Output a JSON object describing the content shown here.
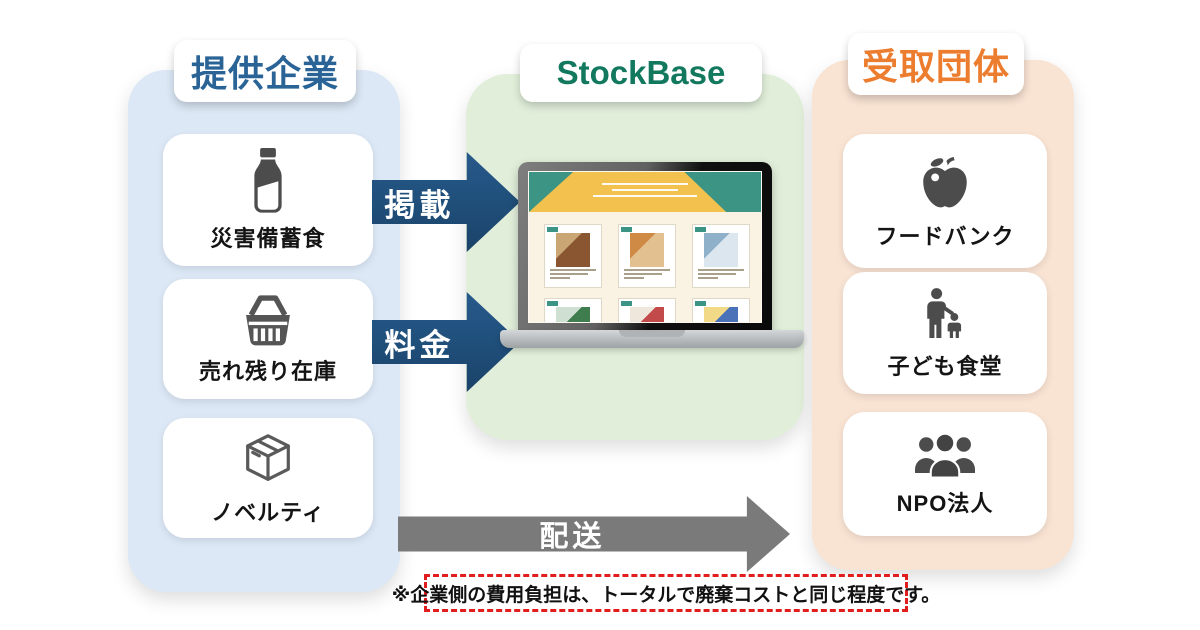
{
  "provider": {
    "title": "提供企業",
    "title_color": "#2a6496",
    "panel_color": "#dce8f6",
    "items": [
      {
        "icon": "milk-bottle-icon",
        "label": "災害備蓄食"
      },
      {
        "icon": "shopping-basket-icon",
        "label": "売れ残り在庫"
      },
      {
        "icon": "box-icon",
        "label": "ノベルティ"
      }
    ]
  },
  "platform": {
    "title": "StockBase",
    "title_color": "#12795f",
    "panel_color": "#e1efda",
    "screen": {
      "header_color": "#3c9484",
      "banner_color": "#f2c14e",
      "body_color": "#faf3e4",
      "product_count": 6,
      "products": [
        {
          "color": "#8a5632",
          "accent": "#c9a674"
        },
        {
          "color": "#e3c08f",
          "accent": "#cf8a45"
        },
        {
          "color": "#dbe6ee",
          "accent": "#8fb0c9"
        },
        {
          "color": "#3f7d4f",
          "accent": "#cfe0d2"
        },
        {
          "color": "#c34a4a",
          "accent": "#efe7dc"
        },
        {
          "color": "#4a72b8",
          "accent": "#f2d988"
        }
      ]
    }
  },
  "receiver": {
    "title": "受取団体",
    "title_color": "#ec7d2f",
    "panel_color": "#f9e3d3",
    "items": [
      {
        "icon": "apple-icon",
        "label": "フードバンク"
      },
      {
        "icon": "parent-child-icon",
        "label": "子ども食堂"
      },
      {
        "icon": "people-group-icon",
        "label": "NPO法人"
      }
    ]
  },
  "arrows": {
    "listing": {
      "label": "掲載",
      "color": "#1f4e79"
    },
    "fee": {
      "label": "料金",
      "color": "#1f4e79"
    },
    "delivery": {
      "label": "配送",
      "color": "#7a7a7a"
    }
  },
  "note": {
    "text": "※企業側の費用負担は、トータルで廃棄コストと同じ程度です。",
    "border_color": "#e21d1d"
  }
}
